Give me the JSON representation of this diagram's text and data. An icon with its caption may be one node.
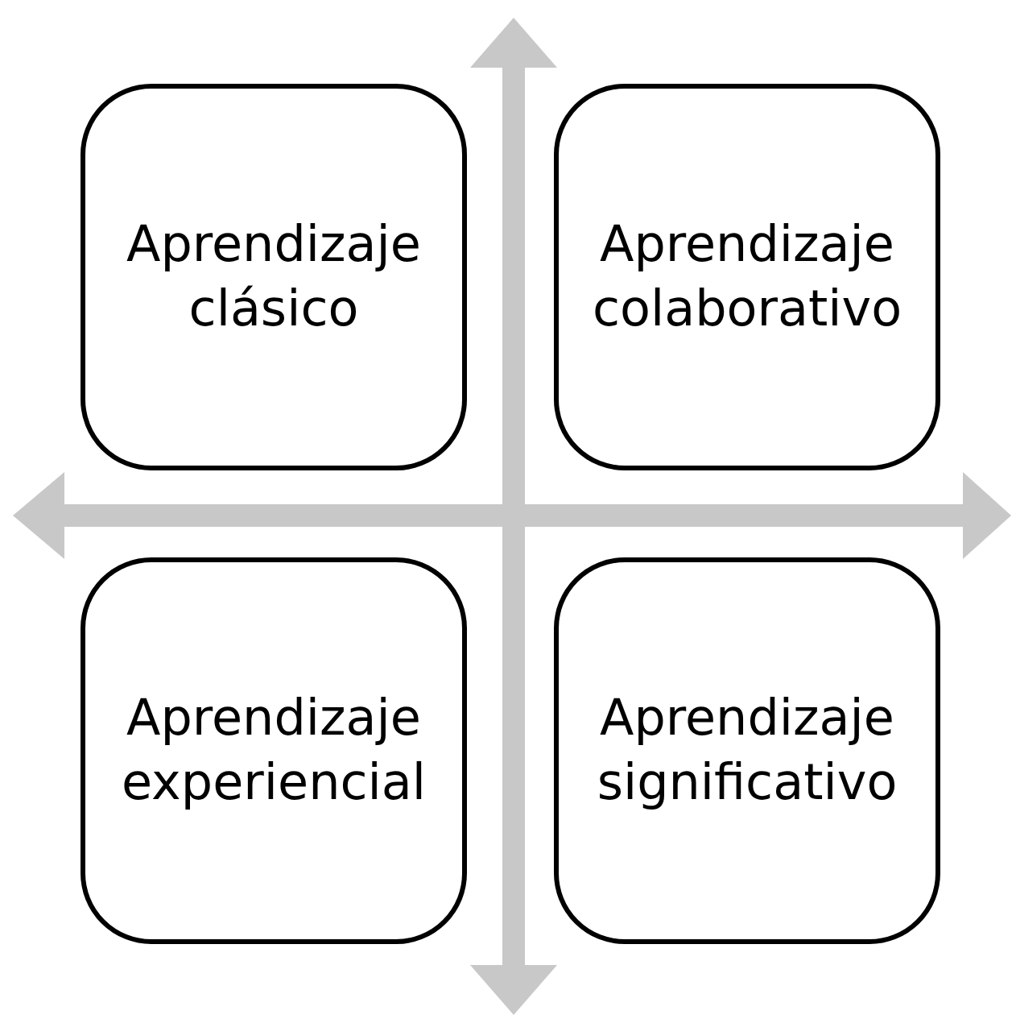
{
  "diagram": {
    "nodes": [
      {
        "text": [
          "Aprendizaje clásico"
        ]
      },
      {
        "text": [
          "Aprendizaje colaborativo"
        ]
      },
      {
        "text": [
          "Aprendizaje experiencial"
        ]
      },
      {
        "text": [
          "Aprendizaje significativo"
        ]
      }
    ]
  }
}
